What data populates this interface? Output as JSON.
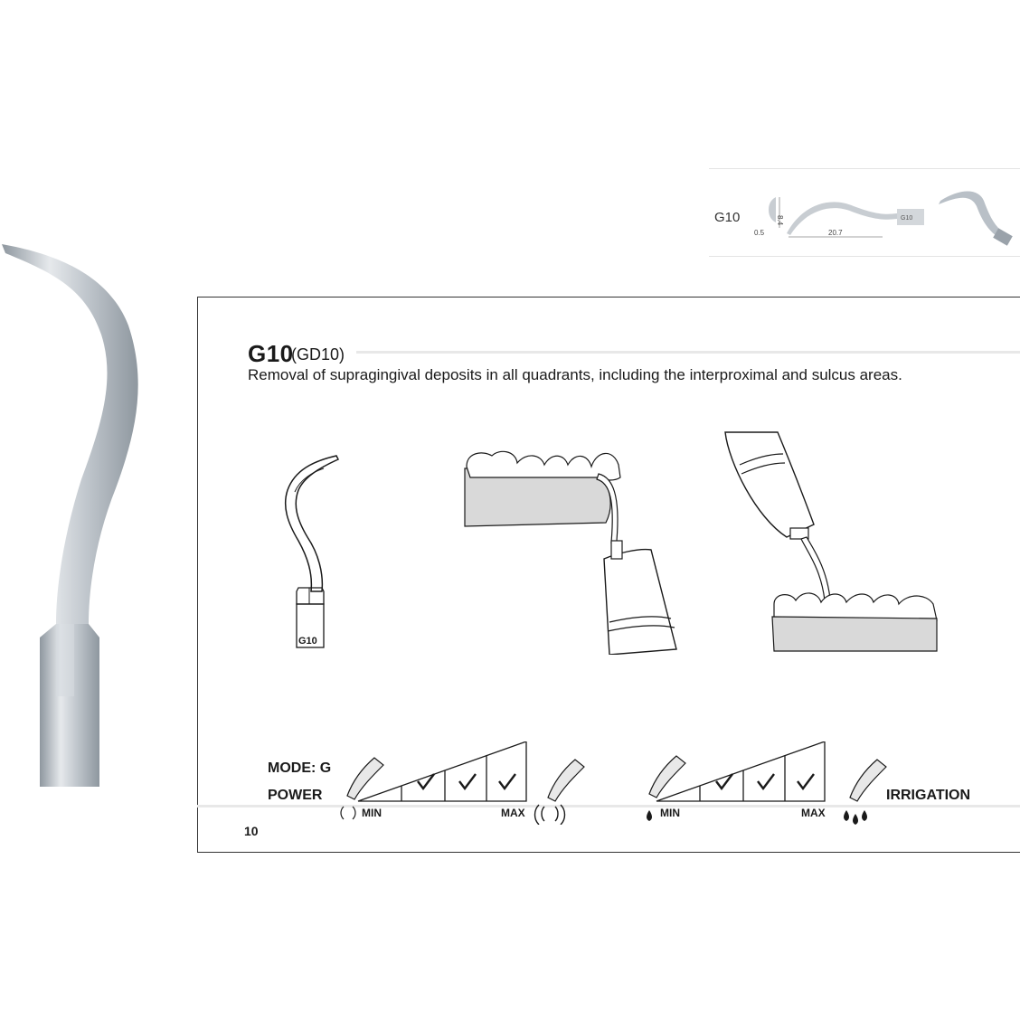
{
  "product": {
    "model_code": "G10",
    "model_alt": "(GD10)",
    "description": "Removal of supragingival deposits in all quadrants, including the interproximal and sulcus areas."
  },
  "dimensions": {
    "label": "G10",
    "values": [
      "0.5",
      "8.4",
      "20.7"
    ],
    "tip_marking": "G10"
  },
  "illustration": {
    "tip_marking": "G10"
  },
  "settings": {
    "mode_label": "MODE: G",
    "power_label": "POWER",
    "irrigation_label": "IRRIGATION",
    "power_min": "MIN",
    "power_max": "MAX",
    "irrigation_min": "MIN",
    "irrigation_max": "MAX",
    "power_levels_checked": 3,
    "irrigation_levels_checked": 3
  },
  "page": {
    "number": "10"
  },
  "colors": {
    "steel_light": "#e6e9ec",
    "steel_mid": "#b9c0c7",
    "steel_dark": "#8e979f",
    "gum_gray": "#d9d9d9",
    "line": "#1a1a1a"
  }
}
